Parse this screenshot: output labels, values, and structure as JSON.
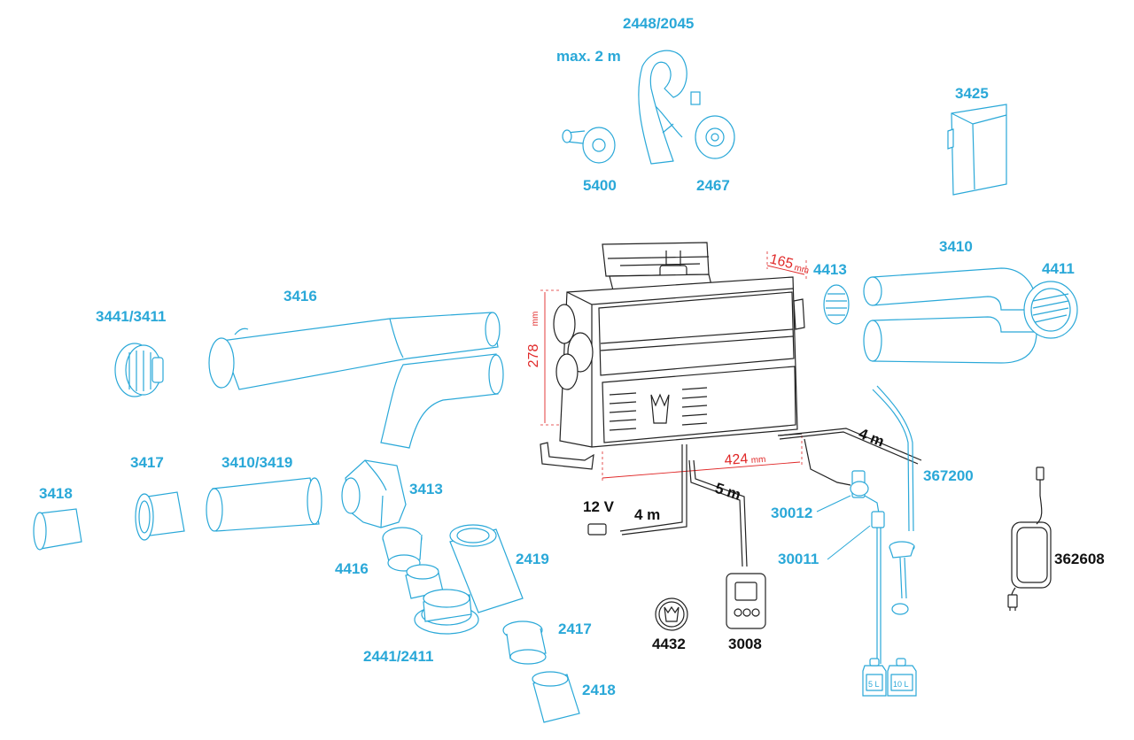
{
  "diagram": {
    "part_labels": {
      "p2448_2045": "2448/2045",
      "max_length": "max. 2 m",
      "p5400": "5400",
      "p2467": "2467",
      "p3425": "3425",
      "p3410_top": "3410",
      "p4413": "4413",
      "p4411": "4411",
      "p3416": "3416",
      "p3441_3411": "3441/3411",
      "p3417": "3417",
      "p3410_3419": "3410/3419",
      "p3418": "3418",
      "p3413": "3413",
      "p4416": "4416",
      "p2419": "2419",
      "p2441_2411": "2441/2411",
      "p2417": "2417",
      "p2418": "2418",
      "p367200": "367200",
      "p30012": "30012",
      "p30011": "30011",
      "p362608": "362608",
      "p4432": "4432",
      "p3008": "3008"
    },
    "cable_labels": {
      "voltage": "12 V",
      "cable_4m_power": "4 m",
      "cable_5m": "5 m",
      "cable_4m_fuel": "4 m"
    },
    "dimensions": {
      "height_value": "278",
      "width_value": "424",
      "depth_value": "165",
      "unit": "mm"
    },
    "tanks": {
      "small": "5 L",
      "large": "10 L"
    }
  },
  "colors": {
    "part_blue": "#2aa8d8",
    "heater_black": "#222222",
    "dimension_red": "#e02828"
  }
}
